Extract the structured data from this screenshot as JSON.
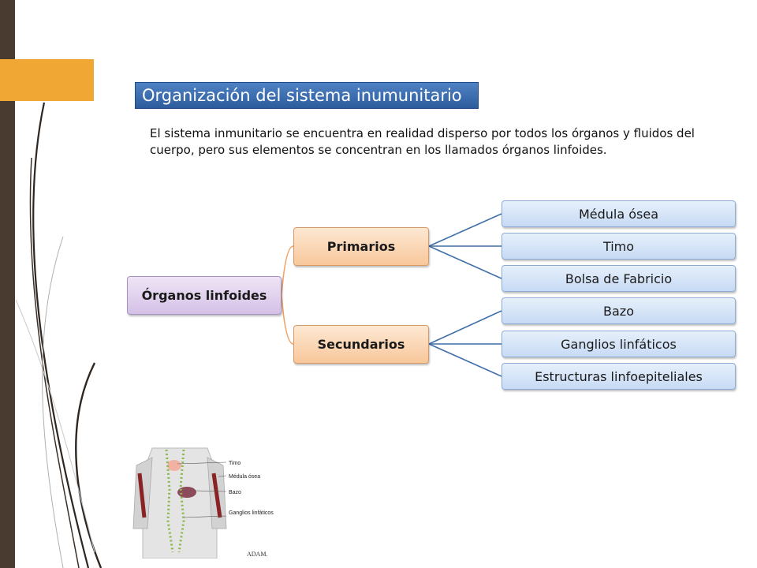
{
  "colors": {
    "left_bar": "#4a3b30",
    "orange_tab": "#f0a733",
    "title_box": "#3f72b6",
    "root_connector": "#f0a060",
    "leaf_connector": "#3f6fa8"
  },
  "title": "Organización del sistema inumunitario",
  "intro": "El sistema inmunitario se encuentra en realidad disperso por todos los órganos y fluidos del cuerpo, pero sus elementos se concentran en los llamados órganos linfoides.",
  "tree": {
    "root": "Órganos linfoides",
    "branches": [
      {
        "label": "Primarios",
        "children": [
          "Médula ósea",
          "Timo",
          "Bolsa de Fabricio"
        ]
      },
      {
        "label": "Secundarios",
        "children": [
          "Bazo",
          "Ganglios linfáticos",
          "Estructuras linfoepiteliales"
        ]
      }
    ]
  },
  "figure": {
    "labels": [
      "Timo",
      "Médula ósea",
      "Bazo",
      "Ganglios linfáticos"
    ],
    "credit": "ADAM."
  }
}
